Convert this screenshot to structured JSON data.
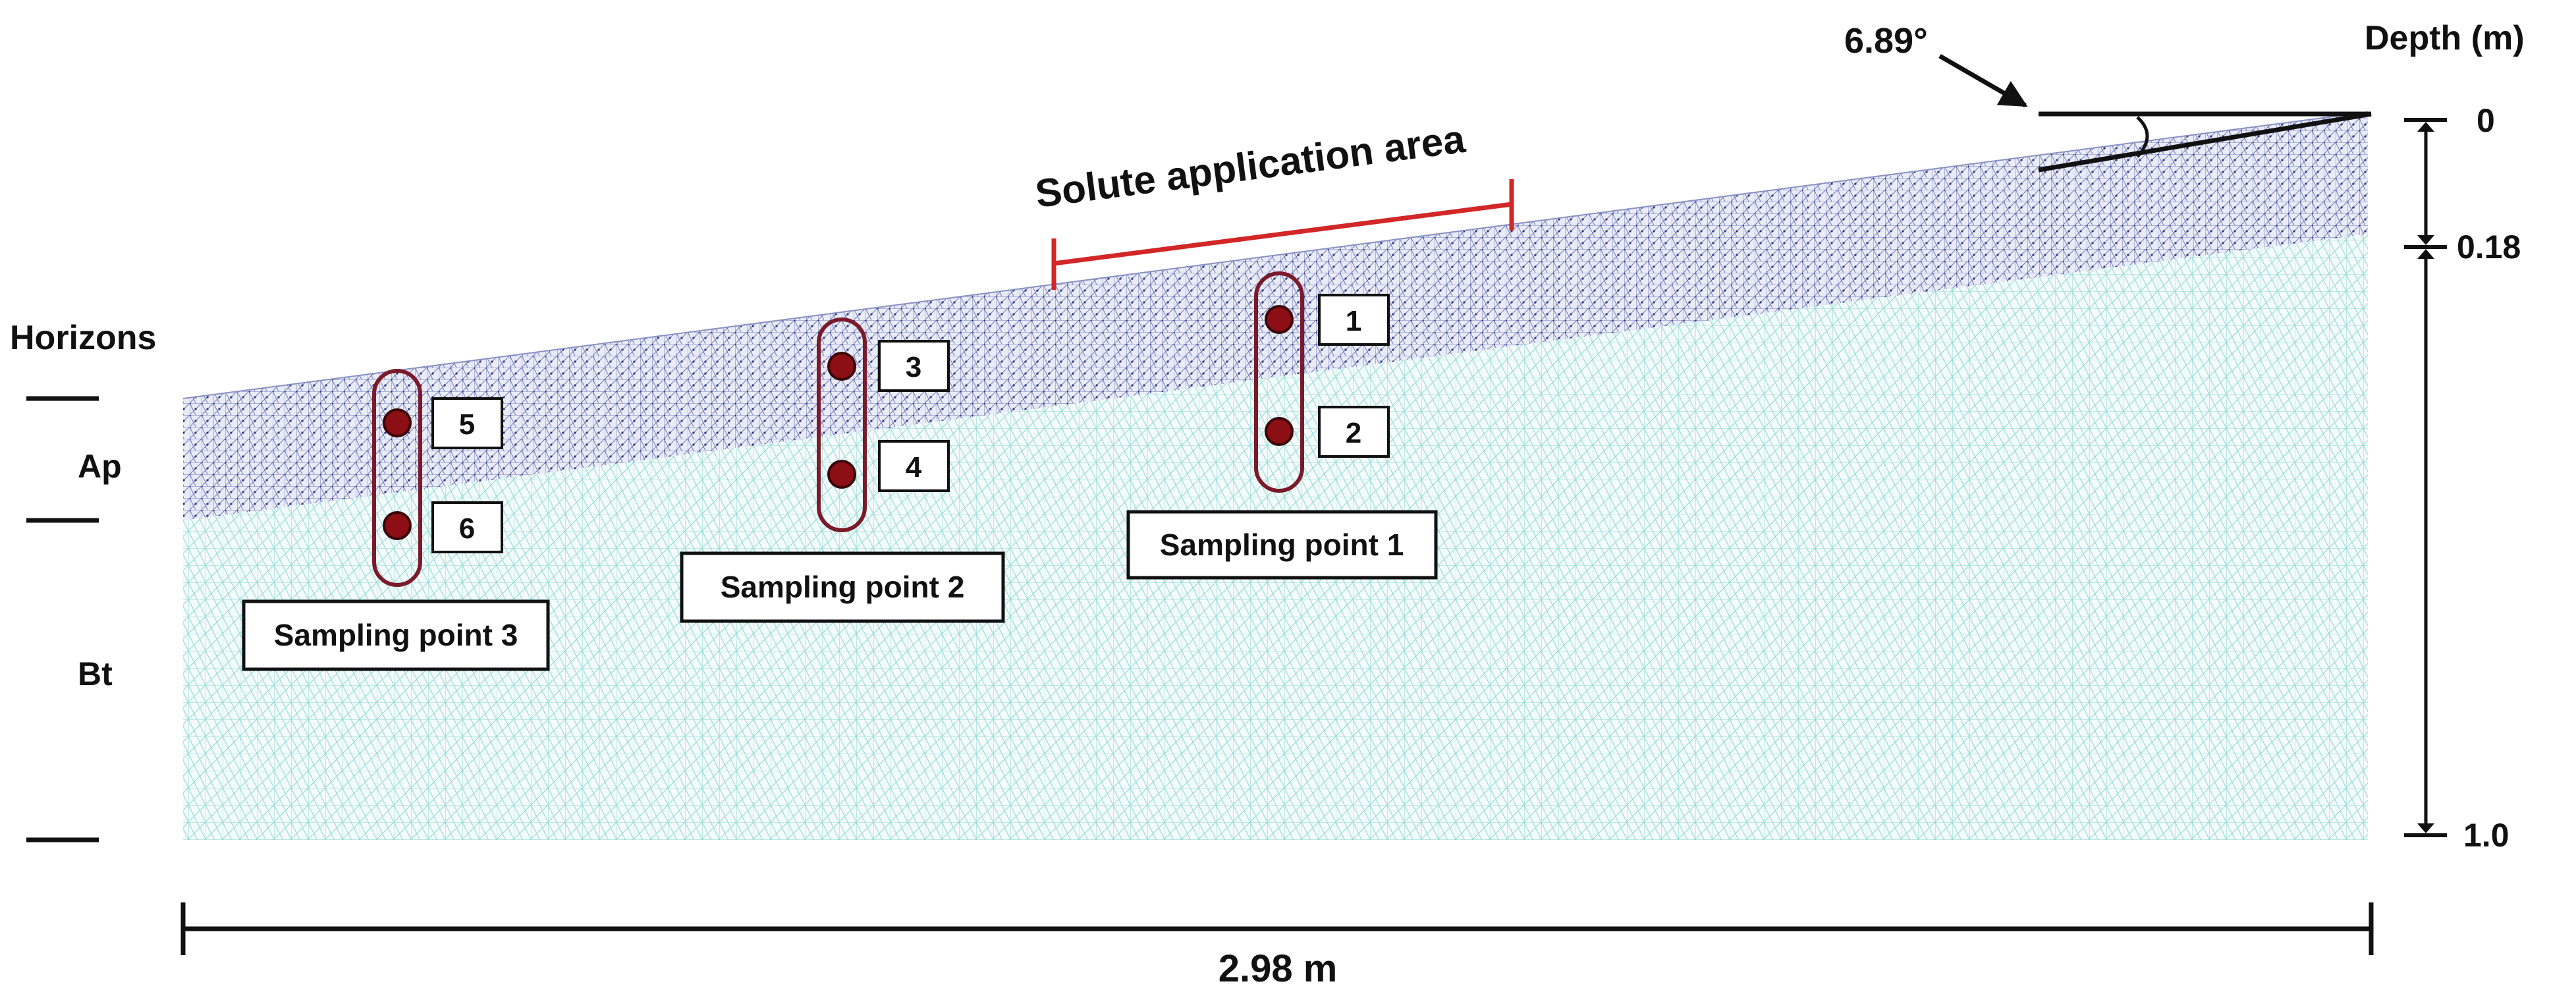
{
  "angle_label": "6.89°",
  "depth_title": "Depth (m)",
  "depth_ticks": [
    "0",
    "0.18",
    "1.0"
  ],
  "horizons_title": "Horizons",
  "horizon_labels": [
    "Ap",
    "Bt"
  ],
  "solute_label": "Solute application area",
  "width_label": "2.98 m",
  "sampling_points": [
    {
      "label": "Sampling point 1",
      "markers": [
        "1",
        "2"
      ]
    },
    {
      "label": "Sampling point 2",
      "markers": [
        "3",
        "4"
      ]
    },
    {
      "label": "Sampling point 3",
      "markers": [
        "5",
        "6"
      ]
    }
  ],
  "colors": {
    "upper_mesh": "#2b2f7a",
    "lower_mesh": "#7fd6d4",
    "solute_bar": "#d32626",
    "sampling_outline": "#7a1a2a",
    "sampling_dot": "#8b0f14",
    "ink": "#111111"
  }
}
